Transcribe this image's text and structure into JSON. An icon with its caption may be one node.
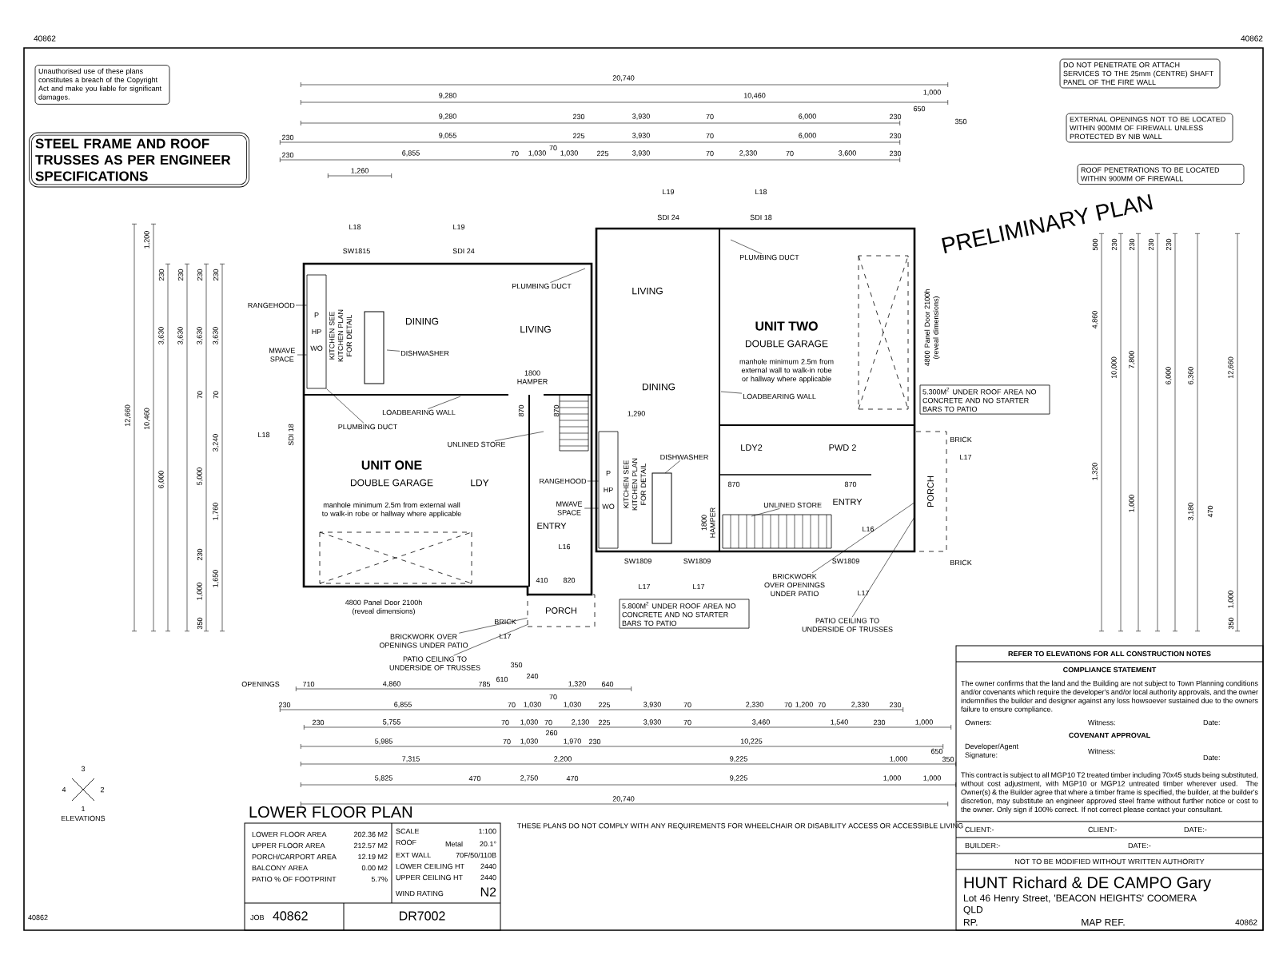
{
  "diagram": {
    "nodes": [
      {
        "text": [
          "Unauthorised use of these plans constitutes a breach of the Copyright Act and make you liable for significant damages."
        ]
      },
      {
        "text": [
          "STEEL FRAME AND ROOF TRUSSES AS PER ENGINEER SPECIFICATIONS"
        ]
      },
      {
        "text": [
          "DO NOT PENETRATE OR ATTACH SERVICES TO THE 25mm (CENTRE) SHAFT PANEL OF THE FIRE WALL"
        ]
      },
      {
        "text": [
          "EXTERNAL OPENINGS NOT TO BE LOCATED WITHIN 900MM OF FIREWALL UNLESS PROTECTED BY NIB WALL"
        ]
      },
      {
        "text": [
          "ROOF PENETRATIONS TO BE LOCATED WITHIN 900MM OF FIREWALL"
        ]
      },
      {
        "text": [
          "5.300M$^{2}$ UNDER ROOF AREA NO CONCRETE AND NO STARTER BARS TO PATIO"
        ]
      },
      {
        "text": [
          "5.800M$^{2}$ UNDER ROOF AREA NO CONCRETE AND NO STARTER BARS TO PATIO"
        ]
      },
      {
        "text": [
          "RANGEHOOD"
        ]
      },
      {
        "text": [
          "MWAVE SPACE"
        ]
      },
      {
        "text": [
          "DISHWASHER"
        ]
      },
      {
        "text": [
          "PLUMBING DUCT"
        ]
      },
      {
        "text": [
          "LOADBEARING WALL"
        ]
      },
      {
        "text": [
          "PLUMBING DUCT"
        ]
      },
      {
        "text": [
          "UNLINED STORE"
        ]
      },
      {
        "text": [
          "RANGEHOOD"
        ]
      },
      {
        "text": [
          "MWAVE SPACE"
        ]
      },
      {
        "text": [
          "DISHWASHER"
        ]
      },
      {
        "text": [
          "PLUMBING DUCT"
        ]
      },
      {
        "text": [
          "LOADBEARING WALL"
        ]
      },
      {
        "text": [
          "UNLINED STORE"
        ]
      },
      {
        "text": [
          "BRICKWORK OVER OPENINGS UNDER PATIO"
        ]
      },
      {
        "text": [
          "PATIO CEILING TO UNDERSIDE OF TRUSSES"
        ]
      },
      {
        "text": [
          "BRICKWORK OVER OPENINGS UNDER PATIO"
        ]
      },
      {
        "text": [
          "PATIO CEILING TO UNDERSIDE OF TRUSSES"
        ]
      },
      {
        "text": [
          "P",
          "HP",
          "WO"
        ]
      },
      {
        "text": [
          "P",
          "HP",
          "WO"
        ]
      },
      {
        "text": [
          "PORCH"
        ]
      },
      {
        "text": [
          "PORCH"
        ]
      }
    ],
    "edges": [
      {
        "from": 7,
        "to": 24,
        "arrow": "none"
      },
      {
        "from": 8,
        "to": 24,
        "arrow": "none"
      },
      {
        "from": 9,
        "to": null,
        "arrow": "none"
      },
      {
        "from": 10,
        "to": null,
        "arrow": "none"
      },
      {
        "from": 11,
        "to": null,
        "arrow": "none"
      },
      {
        "from": 12,
        "to": 24,
        "arrow": "none"
      },
      {
        "from": 13,
        "to": null,
        "arrow": "none"
      },
      {
        "from": 14,
        "to": 25,
        "arrow": "none"
      },
      {
        "from": 15,
        "to": 25,
        "arrow": "none"
      },
      {
        "from": 16,
        "to": null,
        "arrow": "none"
      },
      {
        "from": 17,
        "to": null,
        "arrow": "none"
      },
      {
        "from": 18,
        "to": null,
        "arrow": "none"
      },
      {
        "from": 19,
        "to": null,
        "arrow": "none"
      },
      {
        "from": 20,
        "to": 26,
        "arrow": "none"
      },
      {
        "from": 21,
        "to": 26,
        "arrow": "none"
      },
      {
        "from": 22,
        "to": 27,
        "arrow": "none"
      },
      {
        "from": 23,
        "to": 27,
        "arrow": "none"
      }
    ],
    "labels": [
      "40862",
      "20,740",
      "9,280",
      "10,460",
      "1,000",
      "650",
      "9,280",
      "230",
      "3,930",
      "70",
      "6,000",
      "230",
      "350",
      "230",
      "9,055",
      "225",
      "3,930",
      "70",
      "6,000",
      "230",
      "230",
      "6,855",
      "70",
      "1,030",
      "70",
      "1,030",
      "225",
      "3,930",
      "70",
      "2,330",
      "70",
      "3,600",
      "230",
      "1,260",
      "40862",
      "PRELIMINARY PLAN",
      "L18",
      "L19",
      "SW1815",
      "SDI 24",
      "KITCHEN SEE KITCHEN PLAN FOR DETAIL",
      "DINING",
      "LIVING",
      "1800 HAMPER",
      "870",
      "870",
      "L18",
      "SDI 18",
      "UNIT ONE",
      "DOUBLE GARAGE",
      "manhole minimum 2.5m from external wall to walk-in robe or hallway where applicable",
      "LDY",
      "ENTRY",
      "L16",
      "410",
      "820",
      "4800 Panel Door 2100h (reveal dimensions)",
      "BRICK",
      "L17",
      "L19",
      "L18",
      "SDI 24",
      "SDI 18",
      "LIVING",
      "DINING",
      "1,290",
      "KITCHEN SEE KITCHEN PLAN FOR DETAIL",
      "1800 HAMPER",
      "UNIT TWO",
      "DOUBLE GARAGE",
      "manhole minimum 2.5m from external wall to walk-in robe or hallway where applicable",
      "4800 Panel Door 2100h (reveal dimensions)",
      "LDY2",
      "PWD 2",
      "870",
      "870",
      "ENTRY",
      "L16",
      "BRICK",
      "L17",
      "SW1809",
      "SW1809",
      "SW1809",
      "BRICK",
      "L17",
      "L17",
      "L17",
      "500",
      "230",
      "230",
      "230",
      "230",
      "4,860",
      "10,000",
      "7,800",
      "6,000",
      "6,360",
      "12,660",
      "1,320",
      "1,000",
      "3,180",
      "470",
      "1,000",
      "350",
      "1,200",
      "230",
      "230",
      "230",
      "230",
      "3,630",
      "3,630",
      "3,630",
      "3,630",
      "12,660",
      "10,460",
      "6,000",
      "5,000",
      "70",
      "70",
      "3,240",
      "1,760",
      "230",
      "1,650",
      "1,000",
      "350",
      "OPENINGS",
      "710",
      "4,860",
      "785",
      "610",
      "350",
      "240",
      "1,320",
      "640",
      "230",
      "6,855",
      "70",
      "1,030",
      "70",
      "1,030",
      "225",
      "3,930",
      "70",
      "2,330",
      "70",
      "1,200",
      "70",
      "2,330",
      "230",
      "230",
      "5,755",
      "70",
      "1,030",
      "70",
      "2,130",
      "225",
      "3,930",
      "70",
      "3,460",
      "1,540",
      "230",
      "1,000",
      "5,985",
      "70",
      "1,030",
      "260",
      "1,970",
      "230",
      "10,225",
      "650",
      "7,315",
      "2,200",
      "9,225",
      "1,000",
      "350",
      "5,825",
      "470",
      "2,750",
      "470",
      "9,225",
      "1,000",
      "1,000",
      "20,740",
      "ELEVATIONS",
      "1",
      "2",
      "3",
      "4",
      "LOWER FLOOR PLAN",
      "LOWER FLOOR AREA",
      "202.36 M2",
      "UPPER FLOOR AREA",
      "212.57 M2",
      "PORCH/CARPORT AREA",
      "12.19 M2",
      "BALCONY AREA",
      "0.00 M2",
      "PATIO % OF FOOTPRINT",
      "5.7%",
      "SCALE",
      "1:100",
      "ROOF",
      "Metal",
      "20.1°",
      "EXT WALL",
      "70F/50/110B",
      "LOWER CEILING HT",
      "2440",
      "UPPER CEILING HT",
      "2440",
      "WIND RATING",
      "N2",
      "JOB",
      "40862",
      "DR7002",
      "40862",
      "THESE PLANS DO NOT COMPLY WITH ANY REQUIREMENTS FOR WHEELCHAIR OR DISABILITY ACCESS OR ACCESSIBLE LIVING",
      "REFER TO ELEVATIONS FOR ALL CONSTRUCTION NOTES",
      "COMPLIANCE STATEMENT",
      "The owner confirms that the land and the Building are not subject to Town Planning conditions and/or covenants which require the developer's and/or local authority approvals, and the owner indemnifies the builder and designer against any loss howsoever sustained due to the owners failure to ensure compliance.",
      "Owners:",
      "Witness:",
      "Date:",
      "COVENANT APPROVAL",
      "Developer/Agent Signature:",
      "Witness:",
      "Date:",
      "This contract is subject to all MGP10 T2 treated timber including 70x45 studs being substituted, without cost adjustment, with MGP10 or MGP12 untreated timber wherever used. The Owner(s) & the Builder agree that where a timber frame is specified, the builder, at the builder's discretion, may substitute an engineer approved steel frame without further notice or cost to the owner. Only sign if 100% correct. If not correct please contact your consultant.",
      "CLIENT:-",
      "CLIENT:-",
      "DATE:-",
      "BUILDER:-",
      "DATE:-",
      "NOT TO BE MODIFIED WITHOUT WRITTEN AUTHORITY",
      "HUNT Richard & DE CAMPO Gary",
      "Lot 46 Henry Street, 'BEACON HEIGHTS' COOMERA QLD",
      "RP.",
      "MAP REF.",
      "40862"
    ]
  }
}
